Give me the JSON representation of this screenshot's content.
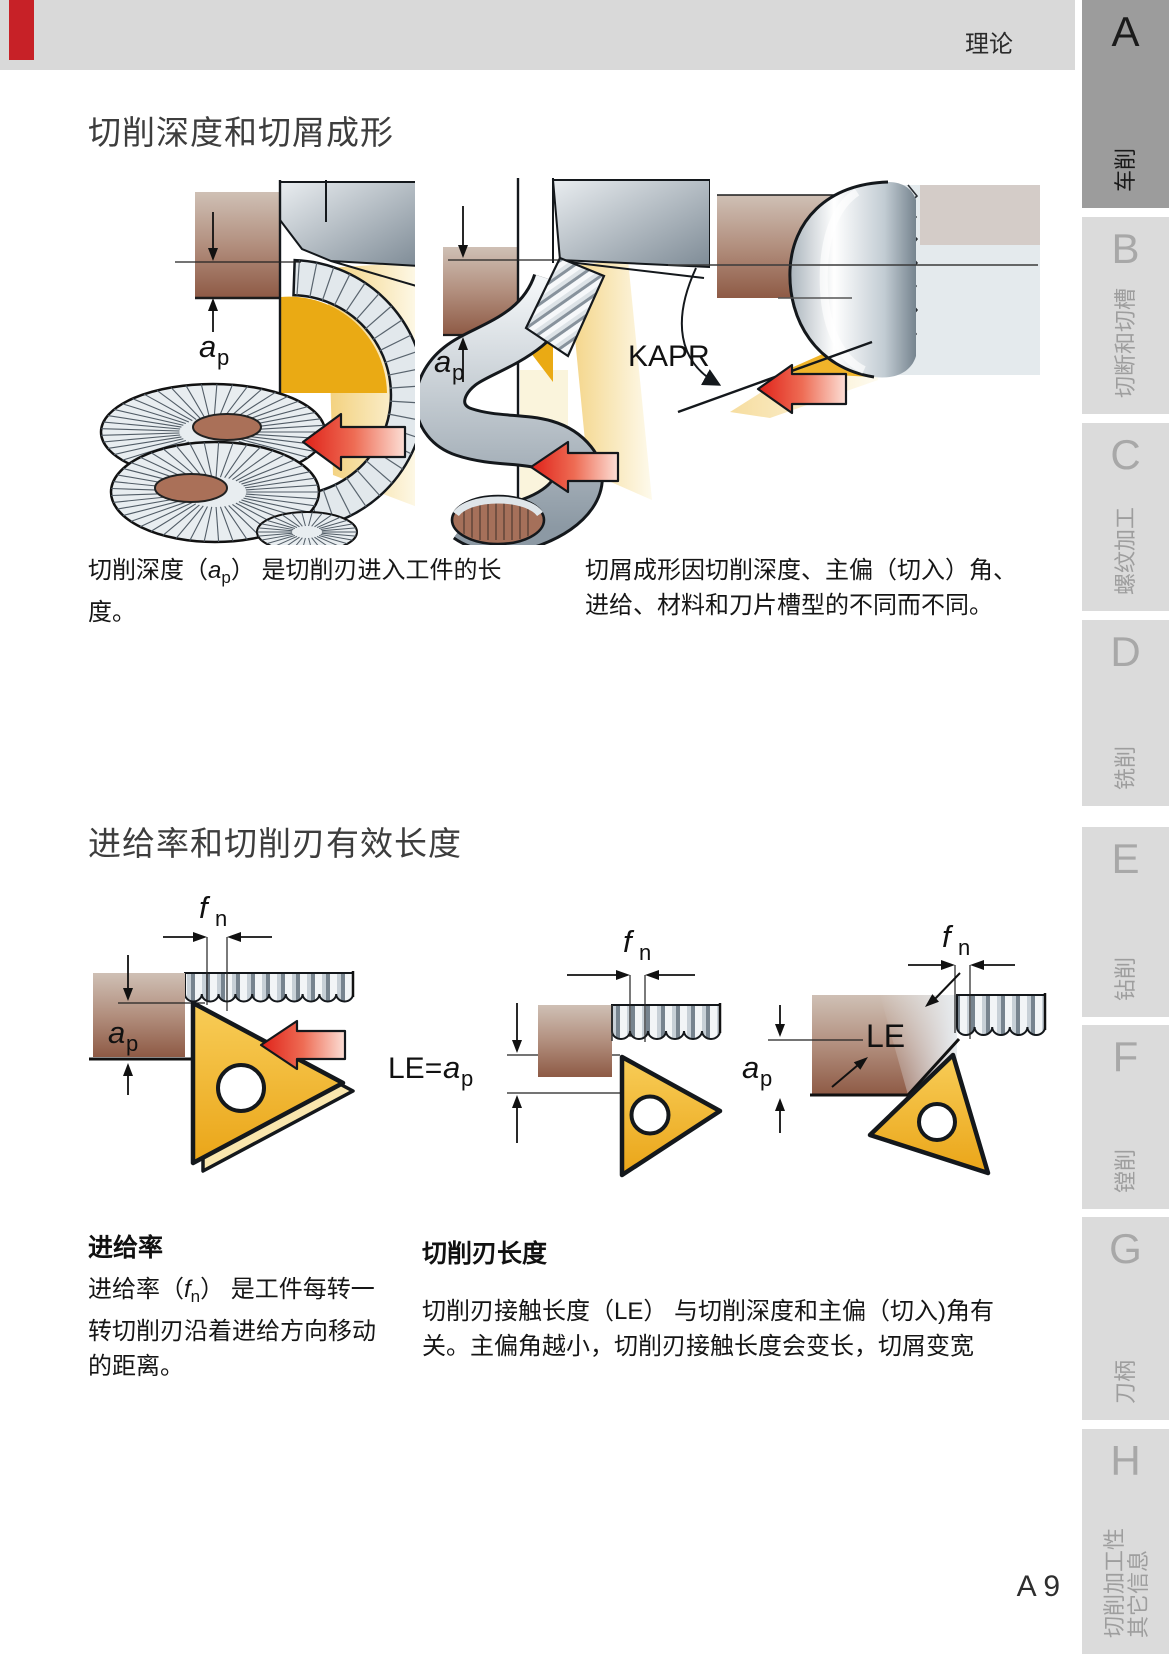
{
  "page": {
    "topic_label": "理论",
    "page_number": "A 9"
  },
  "sidebar": {
    "tabs": [
      {
        "letter": "A",
        "label": "车削",
        "active": true
      },
      {
        "letter": "B",
        "label": "切断和切槽",
        "active": false
      },
      {
        "letter": "C",
        "label": "螺纹加工",
        "active": false
      },
      {
        "letter": "D",
        "label": "铣削",
        "active": false
      },
      {
        "letter": "E",
        "label": "钻削",
        "active": false
      },
      {
        "letter": "F",
        "label": "镗削",
        "active": false
      },
      {
        "letter": "G",
        "label": "刀柄",
        "active": false
      },
      {
        "letter": "H",
        "label": "切削加工性",
        "label2": "其它信息",
        "active": false
      }
    ]
  },
  "section_depth": {
    "title": "切削深度和切屑成形",
    "caption_left": {
      "pre": "切削深度（",
      "v": "a",
      "sub": "p",
      "post1": "） 是切削刃进入工件的长",
      "post2": "度。"
    },
    "caption_right": {
      "line1": "切屑成形因切削深度、主偏（切入）角、",
      "line2": "进给、材料和刀片槽型的不同而不同。"
    }
  },
  "section_feed": {
    "title": "进给率和切削刃有效长度",
    "feed": {
      "heading": "进给率",
      "pre": "进给率（",
      "v": "f",
      "sub": "n",
      "post1": "） 是工件每转一",
      "line2": "转切削刃沿着进给方向移动",
      "line3": "的距离。"
    },
    "edge": {
      "heading": "切削刃长度",
      "line1": "切削刃接触长度（LE） 与切削深度和主偏（切入)角有",
      "line2": "关。主偏角越小，切削刃接触长度会变长，切屑变宽"
    }
  },
  "diagrams": {
    "ap_v": "a",
    "ap_s": "p",
    "fn_v": "f",
    "fn_s": "n",
    "kapr": "KAPR",
    "le": "LE",
    "le_eq": "LE="
  },
  "colors": {
    "accent_red": "#c72127",
    "arrow_red": "#df2119",
    "insert_gold": "#eeb111",
    "workpiece_brown": "#8e5a45",
    "steel_gray": "#8c99a4",
    "tab_active_bg": "#9c9c9c",
    "tab_inactive_bg": "#dbdbdb",
    "header_band": "#d9d9d9"
  }
}
